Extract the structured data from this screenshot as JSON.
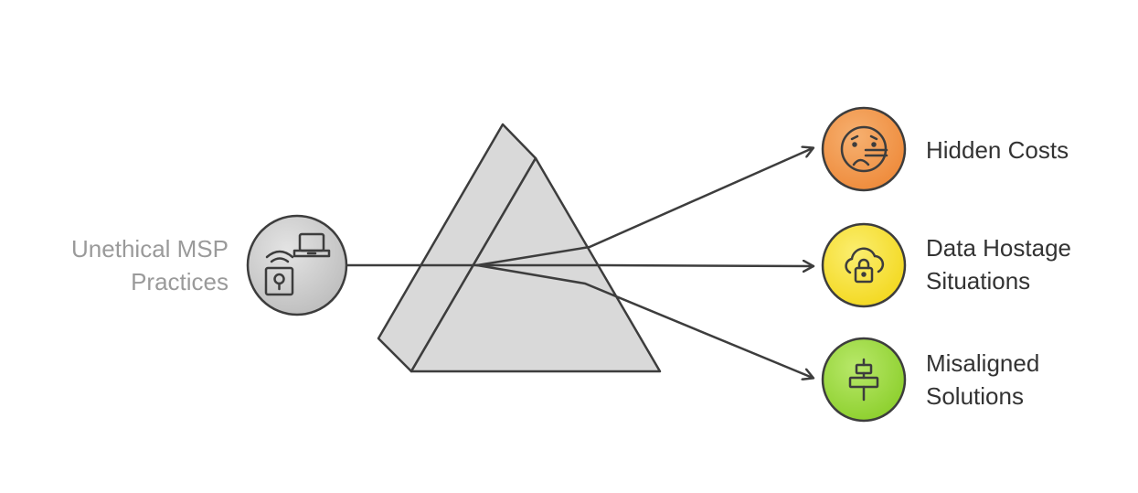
{
  "input": {
    "lines": [
      "Unethical MSP",
      "Practices"
    ],
    "icon": "wifi-laptop-lock-icon",
    "color": "#cfcfcf"
  },
  "outputs": [
    {
      "lines": [
        "Hidden Costs"
      ],
      "icon": "worried-face-icon",
      "color": "#f39a4e"
    },
    {
      "lines": [
        "Data Hostage",
        "Situations"
      ],
      "icon": "cloud-lock-icon",
      "color": "#f7e23a"
    },
    {
      "lines": [
        "Misaligned",
        "Solutions"
      ],
      "icon": "align-center-icon",
      "color": "#9fdc3e"
    }
  ],
  "colors": {
    "stroke": "#3d3d3d",
    "prism": "#d9d9d9",
    "input_text": "#9a9a9a",
    "output_text": "#333333"
  }
}
